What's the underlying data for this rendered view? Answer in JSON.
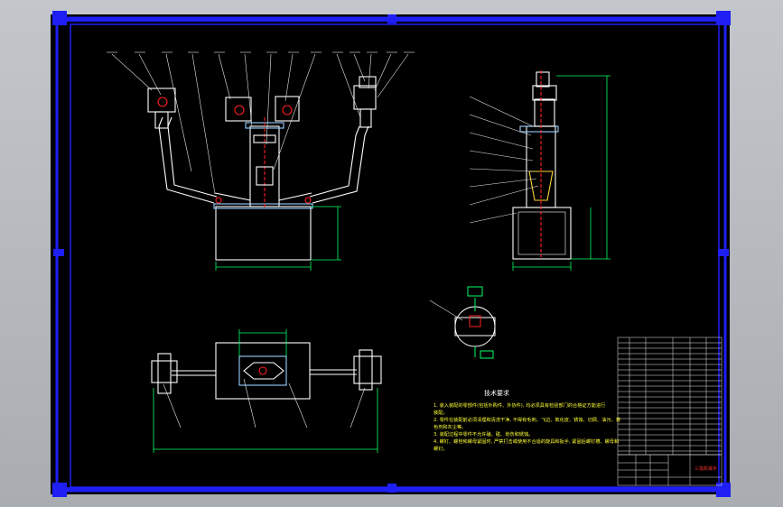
{
  "drawing": {
    "background": "#000000",
    "border_color": "#1f1ff5",
    "line_color": "#ffffff",
    "dim_color": "#00ff66",
    "accent_color": "#ff2020",
    "leader_color": "#e8e8e8"
  },
  "notes": {
    "title": "技术要求",
    "lines": [
      "1. 装入装配的零部件(包括外购件、外协件), 均必须具有检验部门的合格证方能进行",
      "装配。",
      "2. 零件在装配前必须清理和清洗干净, 不得有毛刺、飞边、氧化皮、锈蚀、切屑、油污、着",
      "色剂和灰尘等。",
      "3. 装配过程中零件不允许磕、碰、划伤和锈蚀。",
      "4. 螺钉、螺栓和螺母紧固时, 严禁打击或使用不合适的旋具和扳手, 紧固后螺钉槽、螺母和",
      "螺钉。"
    ]
  },
  "title_block": {
    "name": "三指机械手"
  }
}
